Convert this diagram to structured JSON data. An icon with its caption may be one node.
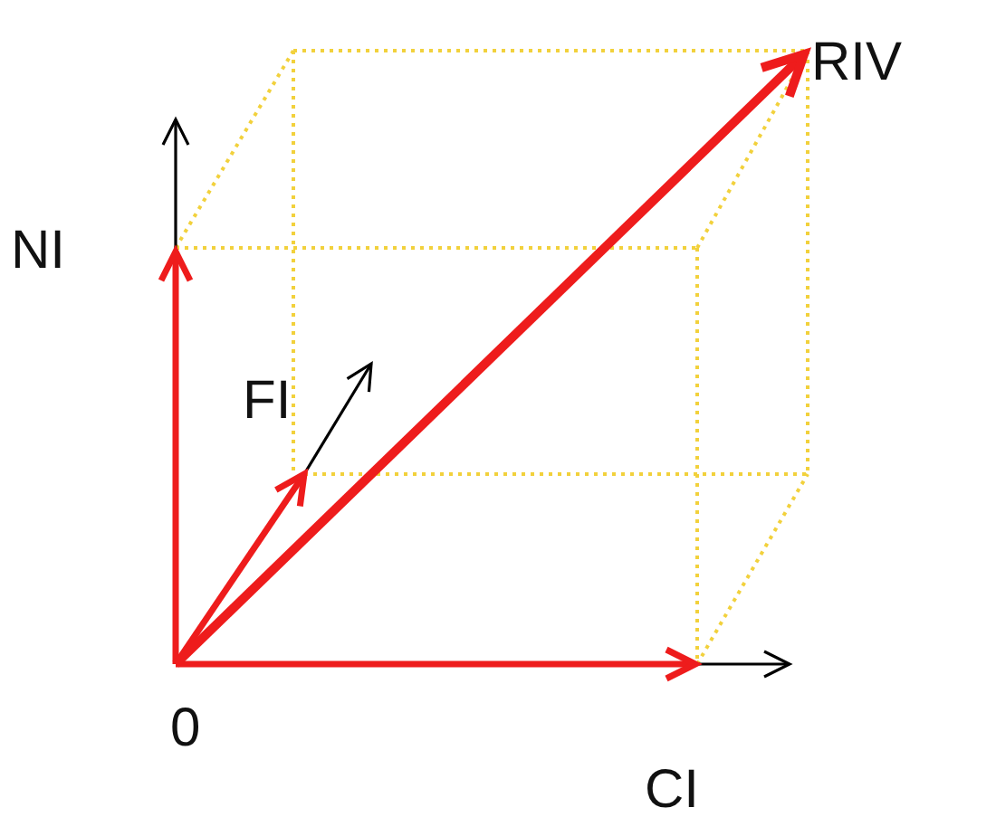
{
  "diagram": {
    "labels": [
      "RIV",
      "NI",
      "FI",
      "0",
      "CI"
    ]
  }
}
